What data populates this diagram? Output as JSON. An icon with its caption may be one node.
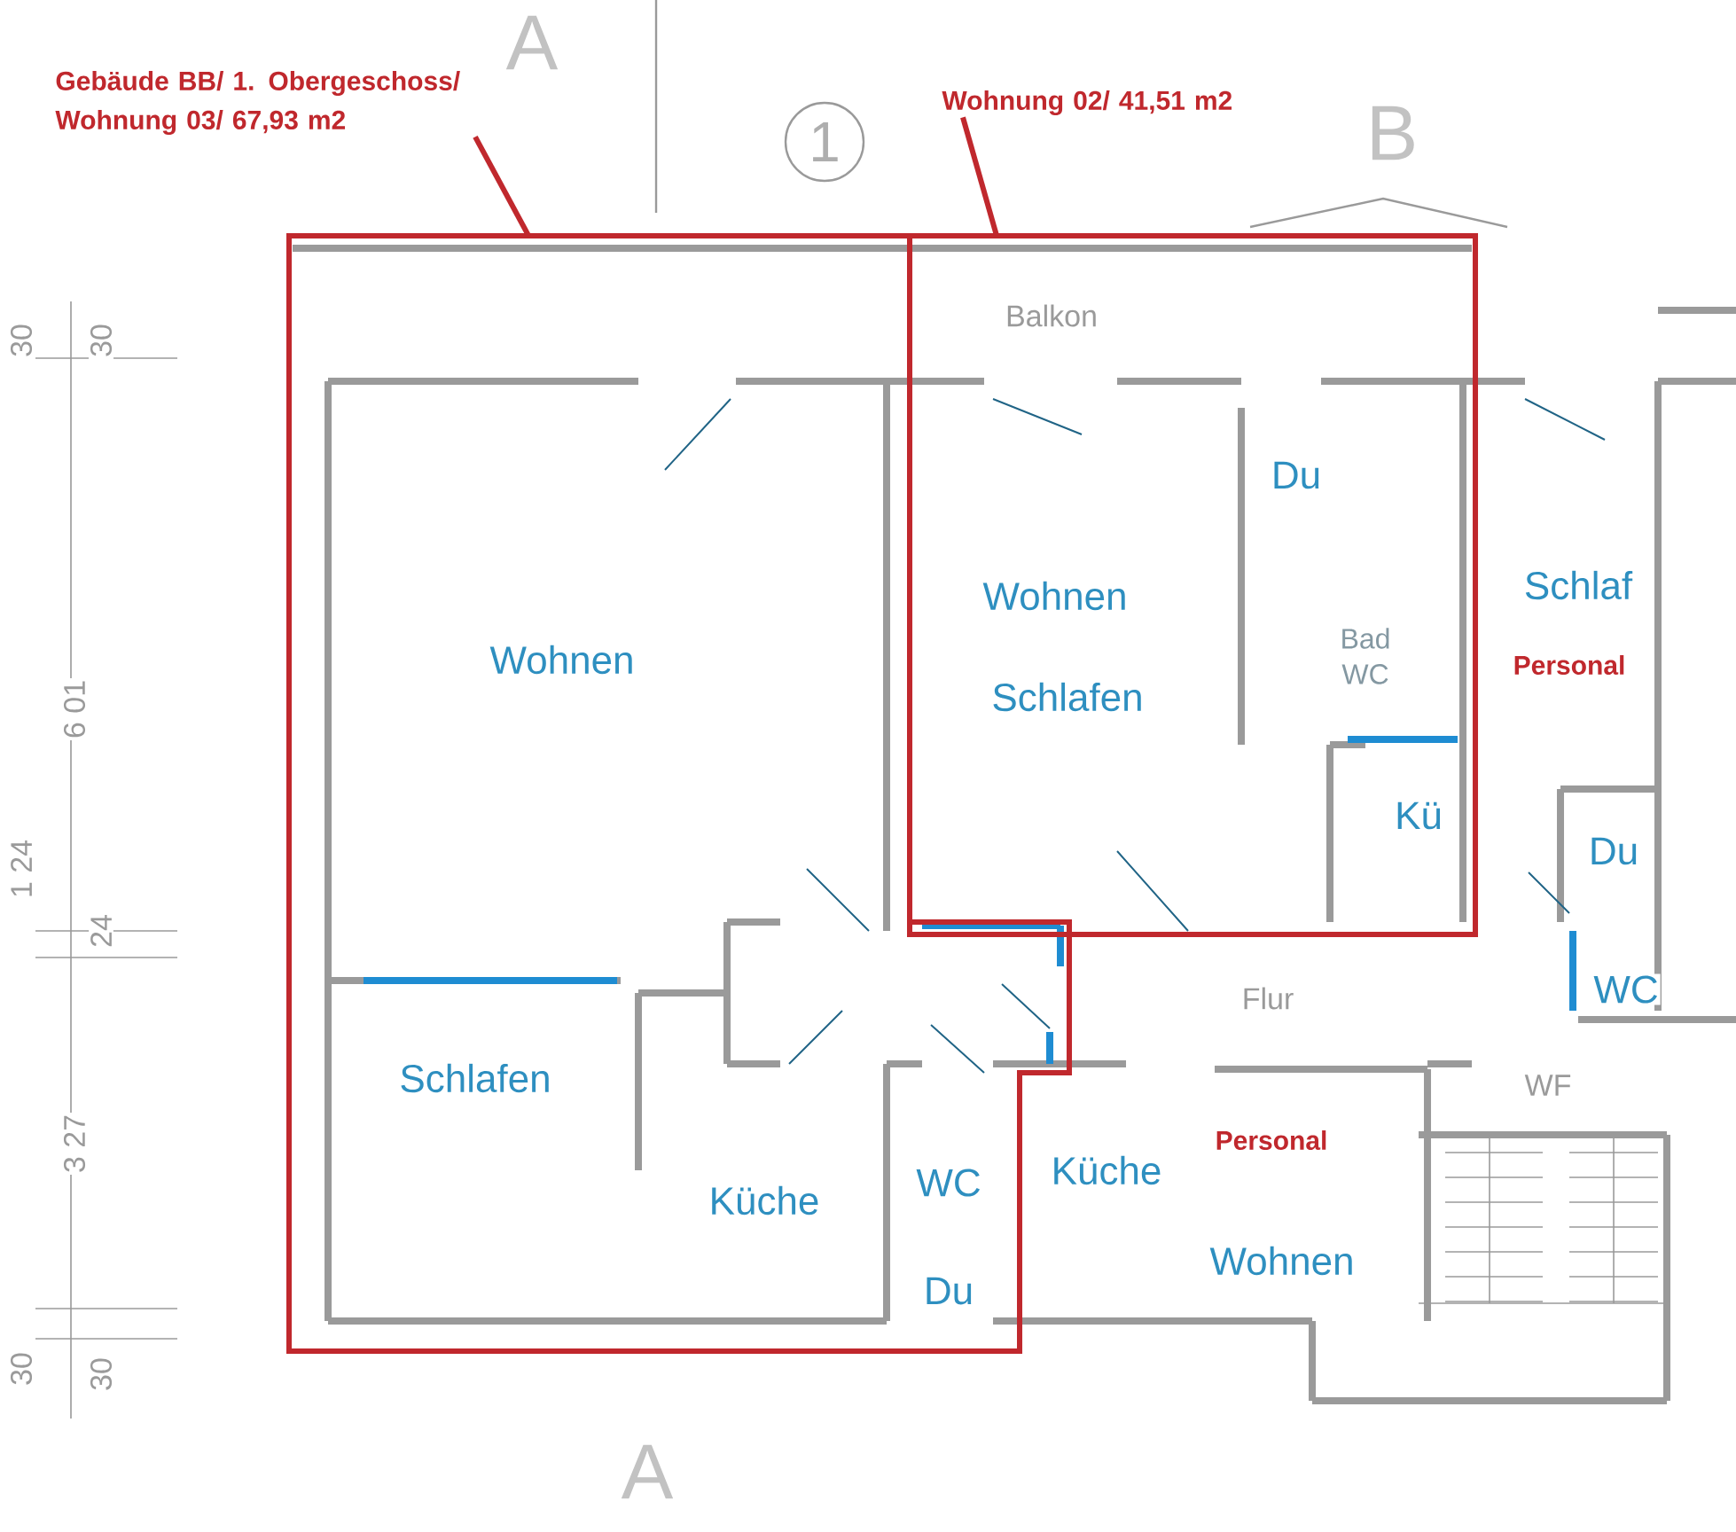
{
  "diagram": {
    "nodes": [
      {
        "text": [
          "Gebäude BB/ 1. Obergeschoss/ Wohnung 03/  67,93 m2"
        ]
      },
      {
        "text": [],
        "shape": "box"
      },
      {
        "text": [
          "Wohnung 02/  41,51 m2"
        ]
      },
      {
        "text": [],
        "shape": "box"
      }
    ],
    "edges": [
      {
        "from": 0,
        "to": 1,
        "arrow": "none"
      },
      {
        "from": 2,
        "to": 3,
        "arrow": "none"
      }
    ],
    "labels": [
      "A",
      "1",
      "B",
      "Balkon",
      "Du",
      "Wohnen",
      "Wohnen",
      "Schlaf",
      "Bad WC",
      "Schlafen",
      "Personal",
      "Kü",
      "Du",
      "Flur",
      "WC",
      "WF",
      "Schlafen",
      "Personal",
      "Küche",
      "WC",
      "Küche",
      "Wohnen",
      "Du",
      "A",
      "30",
      "30",
      "6 01",
      "1 24",
      "24",
      "3 27",
      "30",
      "30"
    ]
  }
}
